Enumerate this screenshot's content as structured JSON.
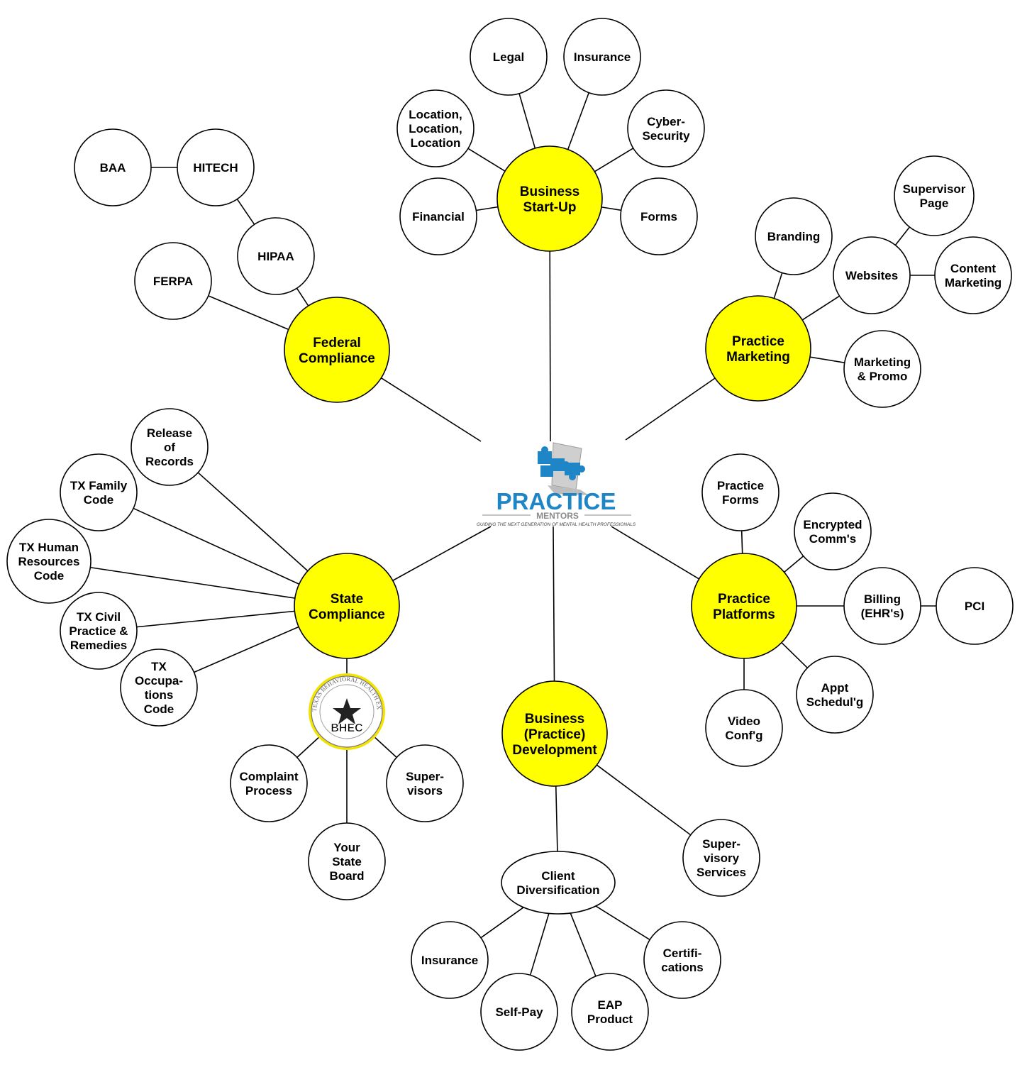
{
  "colors": {
    "hub_fill": "#ffff00",
    "leaf_fill": "#ffffff",
    "logo_blue": "#1e86c6",
    "logo_gray": "#8a8a8a"
  },
  "logo": {
    "name": "PRACTICE",
    "sub": "MENTORS",
    "tagline": "GUIDING THE NEXT GENERATION OF MENTAL HEALTH PROFESSIONALS",
    "icon": "puzzle-pieces-icon"
  },
  "seal": {
    "label": "BHEC",
    "ring_text": "TEXAS BEHAVIORAL HEALTH EXECUTIVE COUNCIL",
    "icon": "texas-star-seal"
  },
  "hubs": {
    "startup": [
      "Business",
      "Start-Up"
    ],
    "federal": [
      "Federal",
      "Compliance"
    ],
    "marketing": [
      "Practice",
      "Marketing"
    ],
    "state": [
      "State",
      "Compliance"
    ],
    "platforms": [
      "Practice",
      "Platforms"
    ],
    "development": [
      "Business",
      "(Practice)",
      "Development"
    ]
  },
  "leaves": {
    "legal": [
      "Legal"
    ],
    "insurance_top": [
      "Insurance"
    ],
    "location": [
      "Location,",
      "Location,",
      "Location"
    ],
    "cyber": [
      "Cyber-",
      "Security"
    ],
    "financial": [
      "Financial"
    ],
    "forms": [
      "Forms"
    ],
    "baa": [
      "BAA"
    ],
    "hitech": [
      "HITECH"
    ],
    "hipaa": [
      "HIPAA"
    ],
    "ferpa": [
      "FERPA"
    ],
    "branding": [
      "Branding"
    ],
    "supervisor_page": [
      "Supervisor",
      "Page"
    ],
    "websites": [
      "Websites"
    ],
    "content_marketing": [
      "Content",
      "Marketing"
    ],
    "marketing_promo": [
      "Marketing",
      "& Promo"
    ],
    "release_records": [
      "Release",
      "of",
      "Records"
    ],
    "tx_family": [
      "TX Family",
      "Code"
    ],
    "tx_hr": [
      "TX Human",
      "Resources",
      "Code"
    ],
    "tx_civil": [
      "TX Civil",
      "Practice &",
      "Remedies"
    ],
    "tx_occ": [
      "TX",
      "Occupa-",
      "tions",
      "Code"
    ],
    "complaint": [
      "Complaint",
      "Process"
    ],
    "your_state": [
      "Your",
      "State",
      "Board"
    ],
    "supervisors": [
      "Super-",
      "visors"
    ],
    "practice_forms": [
      "Practice",
      "Forms"
    ],
    "encrypted": [
      "Encrypted",
      "Comm's"
    ],
    "billing": [
      "Billing",
      "(EHR's)"
    ],
    "pci": [
      "PCI"
    ],
    "appt": [
      "Appt",
      "Schedul'g"
    ],
    "video": [
      "Video",
      "Conf'g"
    ],
    "supervisory": [
      "Super-",
      "visory",
      "Services"
    ],
    "client_div": [
      "Client",
      "Diversification"
    ],
    "insurance_bottom": [
      "Insurance"
    ],
    "self_pay": [
      "Self-Pay"
    ],
    "eap": [
      "EAP",
      "Product"
    ],
    "certifications": [
      "Certifi-",
      "cations"
    ]
  }
}
